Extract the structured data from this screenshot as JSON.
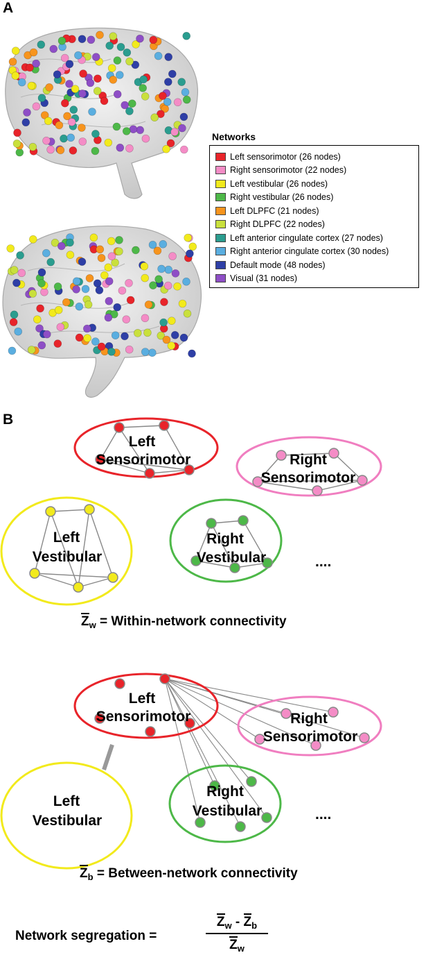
{
  "panel_a": {
    "label": "A",
    "legend": {
      "title": "Networks",
      "items": [
        {
          "label": "Left sensorimotor (26 nodes)",
          "color": "#e8242a"
        },
        {
          "label": "Right sensorimotor (22 nodes)",
          "color": "#f48cc6"
        },
        {
          "label": "Left vestibular (26 nodes)",
          "color": "#f2ea1c"
        },
        {
          "label": "Right vestibular (26 nodes)",
          "color": "#4db848"
        },
        {
          "label": "Left DLPFC (21 nodes)",
          "color": "#f7941d"
        },
        {
          "label": "Right DLPFC (22 nodes)",
          "color": "#c9e03c"
        },
        {
          "label": "Left anterior cingulate cortex (27 nodes)",
          "color": "#2a9d8f"
        },
        {
          "label": "Right anterior cingulate cortex (30 nodes)",
          "color": "#5aaee0"
        },
        {
          "label": "Default mode (48 nodes)",
          "color": "#2e3fa6"
        },
        {
          "label": "Visual (31 nodes)",
          "color": "#8e4ec6"
        }
      ]
    }
  },
  "panel_b": {
    "label": "B",
    "within": {
      "left_sensorimotor": [
        "Left",
        "Sensorimotor"
      ],
      "right_sensorimotor": [
        "Right",
        "Sensorimotor"
      ],
      "left_vestibular": [
        "Left",
        "Vestibular"
      ],
      "right_vestibular": [
        "Right",
        "Vestibular"
      ],
      "ellipsis": "....",
      "z_symbol": "Z",
      "z_subscript": "w",
      "caption": "= Within-network connectivity"
    },
    "between": {
      "left_sensorimotor": [
        "Left",
        "Sensorimotor"
      ],
      "right_sensorimotor": [
        "Right",
        "Sensorimotor"
      ],
      "left_vestibular": [
        "Left",
        "Vestibular"
      ],
      "right_vestibular": [
        "Right",
        "Vestibular"
      ],
      "ellipsis": "....",
      "z_symbol": "Z",
      "z_subscript": "b",
      "caption": "= Between-network connectivity"
    },
    "formula": {
      "lhs": "Network segregation =",
      "z": "Z",
      "w": "w",
      "b": "b",
      "minus": "-"
    }
  }
}
